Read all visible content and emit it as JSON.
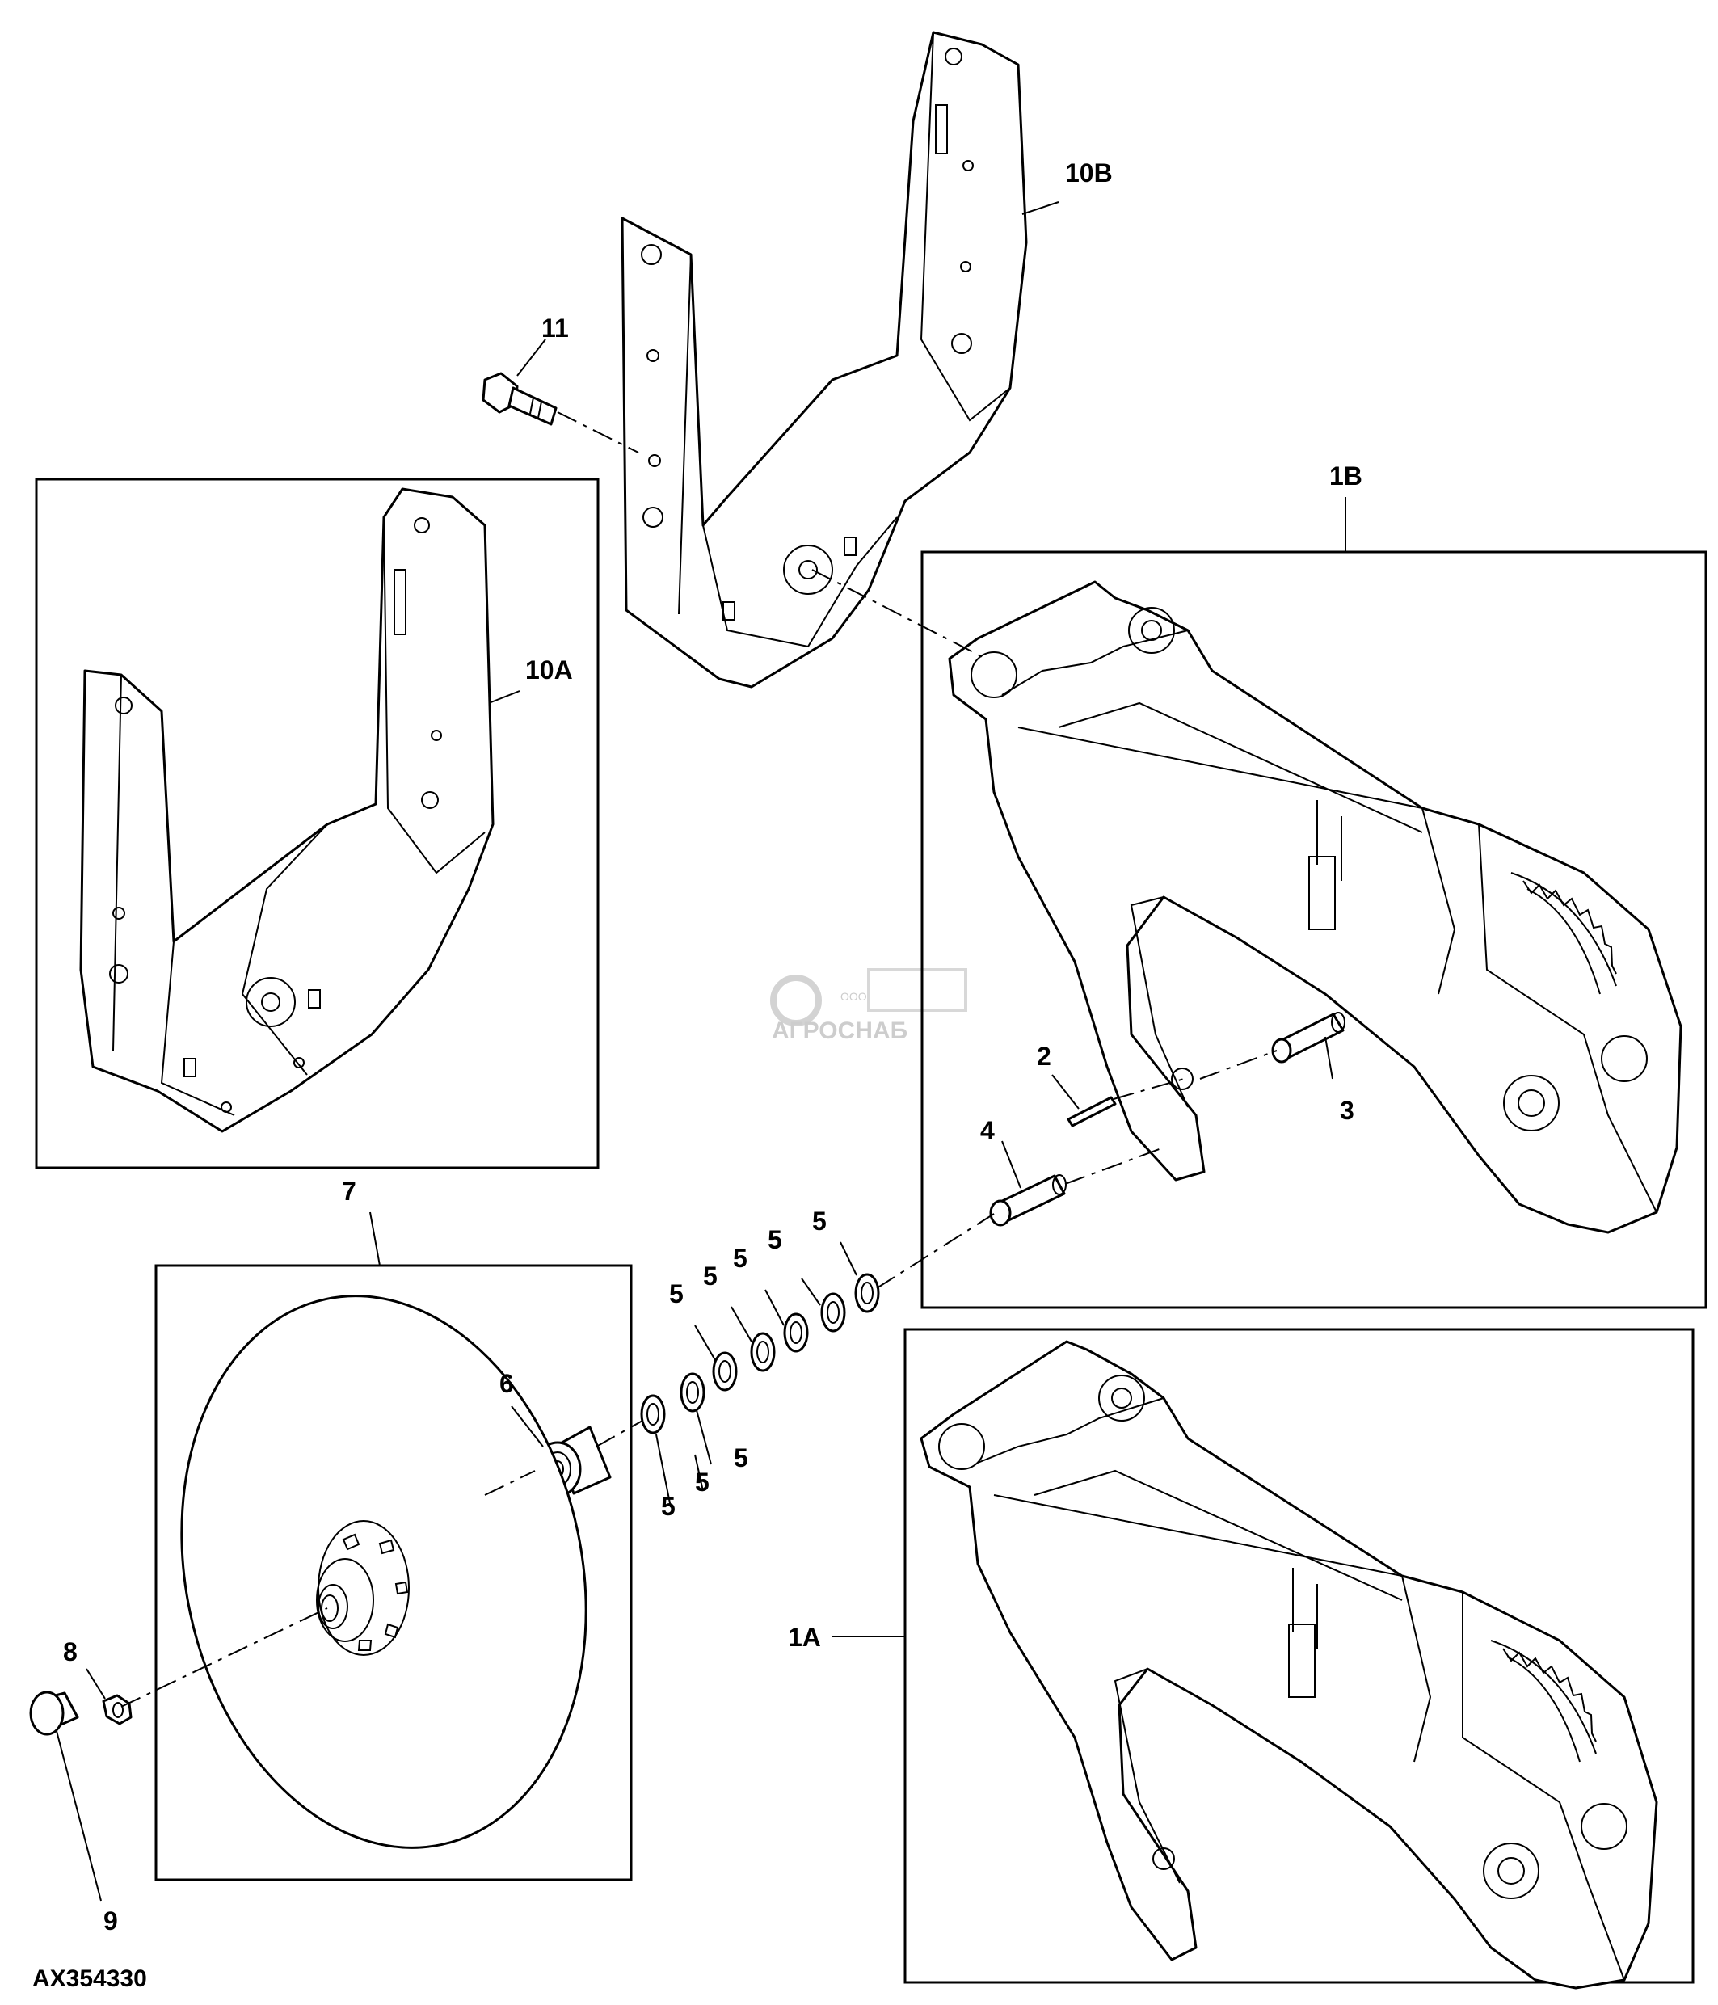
{
  "figure_code": "AX354330",
  "watermark": {
    "text": "АГРОСНАБ",
    "prefix": "ООО"
  },
  "callouts": {
    "c10B": "10B",
    "c11": "11",
    "c10A": "10A",
    "c1B": "1B",
    "c2": "2",
    "c3": "3",
    "c4": "4",
    "c7": "7",
    "c5a": "5",
    "c5b": "5",
    "c5c": "5",
    "c5d": "5",
    "c5e": "5",
    "c5f": "5",
    "c5g": "5",
    "c5h": "5",
    "c6": "6",
    "c8": "8",
    "c9": "9",
    "c1A": "1A"
  }
}
